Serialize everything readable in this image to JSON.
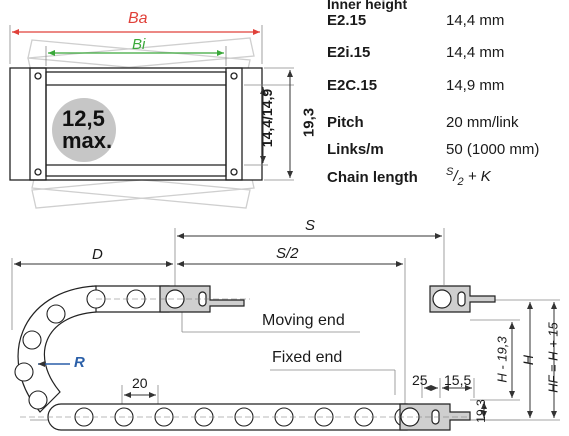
{
  "cross_section": {
    "outer_width_label": "Ba",
    "inner_width_label": "Bi",
    "bend_radius_note": "12,5",
    "bend_radius_unit": "max.",
    "inner_height_dim": "14,4/14,9",
    "outer_height_dim": "19,3",
    "colors": {
      "outer_width": "#e0413a",
      "inner_width": "#3aa83a",
      "radius_accent": "#2a5fa8",
      "badge": "#c6c6c6"
    }
  },
  "specs": {
    "header": "Inner height",
    "rows": [
      {
        "label": "E2.15",
        "value": "14,4 mm"
      },
      {
        "label": "E2i.15",
        "value": "14,4 mm"
      },
      {
        "label": "E2C.15",
        "value": "14,9 mm"
      },
      {
        "label": "Pitch",
        "value": "20 mm/link"
      },
      {
        "label": "Links/m",
        "value": "50 (1000 mm)"
      }
    ],
    "chain_length": {
      "label": "Chain length",
      "num": "S",
      "den": "2",
      "rest": "+ K"
    }
  },
  "side_view": {
    "travel_label": "S",
    "half_travel_label": "S/2",
    "radius_offset_label": "D",
    "bend_radius_label": "R",
    "moving_end_label": "Moving end",
    "fixed_end_label": "Fixed end",
    "pitch_dim": "20",
    "bracket_dim_a": "25",
    "bracket_dim_b": "15,5",
    "chain_height_dim": "19,3",
    "height_minus_label": "H - 19,3",
    "height_label": "H",
    "fixed_height_label": "HF = H + 15"
  }
}
